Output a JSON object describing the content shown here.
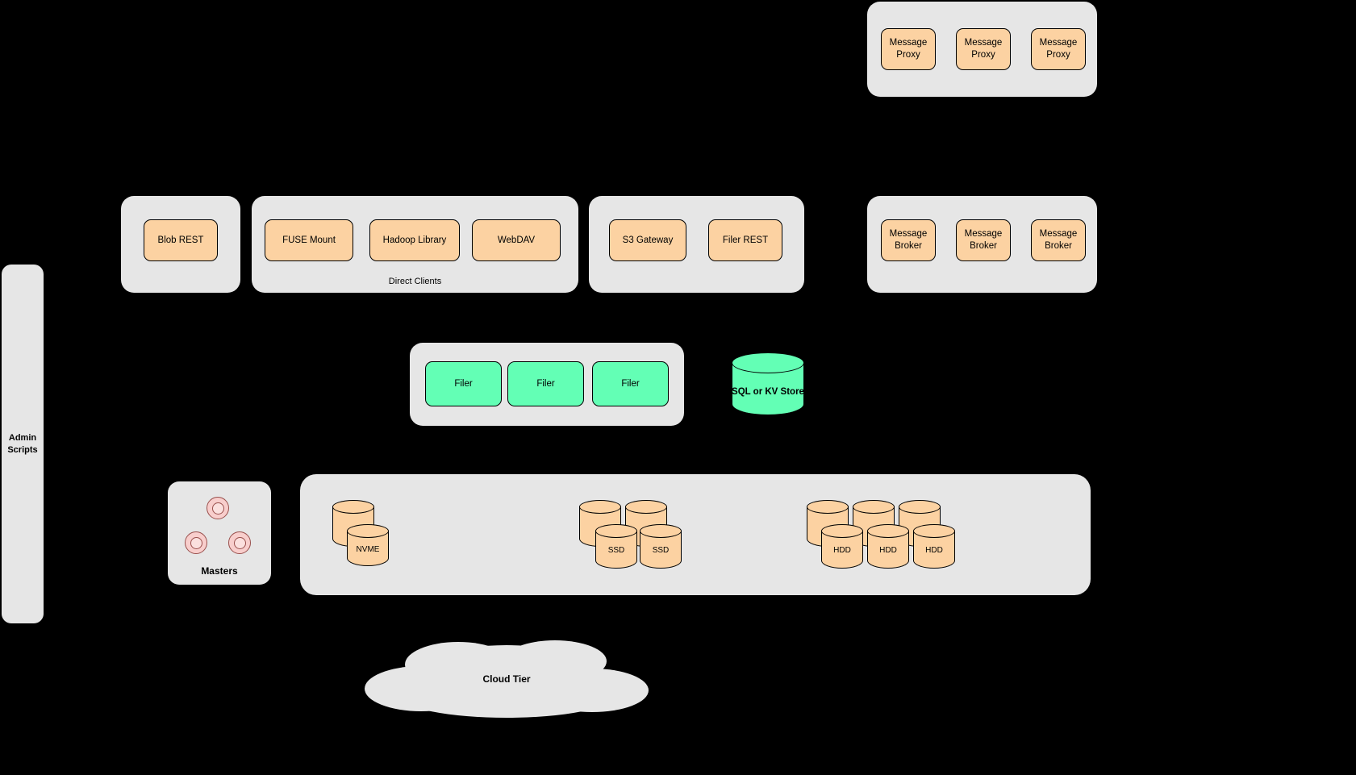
{
  "colors": {
    "background": "#000000",
    "container_gray": "#e6e6e6",
    "node_orange": "#fcd2a2",
    "node_green": "#63ffb5",
    "masters_pink": "#f8cecc",
    "border": "#000000"
  },
  "admin": {
    "label": "Admin Scripts"
  },
  "panels": {
    "message_proxy": {
      "items": [
        "Message Proxy",
        "Message Proxy",
        "Message Proxy"
      ]
    },
    "blob": {
      "items": [
        "Blob REST"
      ]
    },
    "direct_clients": {
      "label": "Direct Clients",
      "items": [
        "FUSE Mount",
        "Hadoop Library",
        "WebDAV"
      ]
    },
    "gateway": {
      "items": [
        "S3 Gateway",
        "Filer REST"
      ]
    },
    "message_broker": {
      "items": [
        "Message Broker",
        "Message Broker",
        "Message Broker"
      ]
    },
    "filer": {
      "items": [
        "Filer",
        "Filer",
        "Filer"
      ]
    }
  },
  "store": {
    "label": "SQL or KV Store"
  },
  "masters": {
    "label": "Masters"
  },
  "storage": {
    "nvme": {
      "label": "NVME"
    },
    "ssd": {
      "labels": [
        "SSD",
        "SSD"
      ]
    },
    "hdd": {
      "labels": [
        "HDD",
        "HDD",
        "HDD"
      ]
    }
  },
  "cloud": {
    "label": "Cloud Tier"
  }
}
